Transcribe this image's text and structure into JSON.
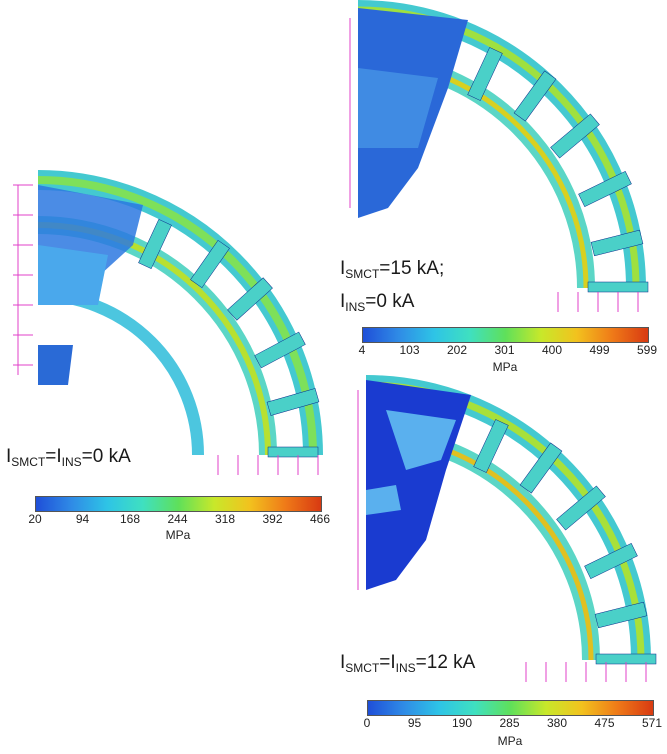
{
  "panels": [
    {
      "id": "p1",
      "label_a": "I",
      "label_sub_a": "SMCT",
      "label_mid": "=I",
      "label_sub_b": "INS",
      "label_end": "=0 kA",
      "colorbar": {
        "ticks": [
          "20",
          "94",
          "168",
          "244",
          "318",
          "392",
          "466"
        ],
        "unit": "MPa"
      }
    },
    {
      "id": "p2",
      "line1_a": "I",
      "line1_sub": "SMCT",
      "line1_end": "=15 kA;",
      "line2_a": "I",
      "line2_sub": "INS",
      "line2_end": "=0 kA",
      "colorbar": {
        "ticks": [
          "4",
          "103",
          "202",
          "301",
          "400",
          "499",
          "599"
        ],
        "unit": "MPa"
      }
    },
    {
      "id": "p3",
      "label_a": "I",
      "label_sub_a": "SMCT",
      "label_mid": "=I",
      "label_sub_b": "INS",
      "label_end": "=12 kA",
      "colorbar": {
        "ticks": [
          "0",
          "95",
          "190",
          "285",
          "380",
          "475",
          "571"
        ],
        "unit": "MPa"
      }
    }
  ],
  "colors": {
    "colormap": [
      "#1f4fd8",
      "#2f8be6",
      "#2ec4e6",
      "#3fe0c0",
      "#5fe05a",
      "#c8e82a",
      "#f2c21e",
      "#ef7a18",
      "#d83a12"
    ],
    "boundary_arrows": "#e040c8",
    "mesh_edge": "#0a2a8a"
  }
}
